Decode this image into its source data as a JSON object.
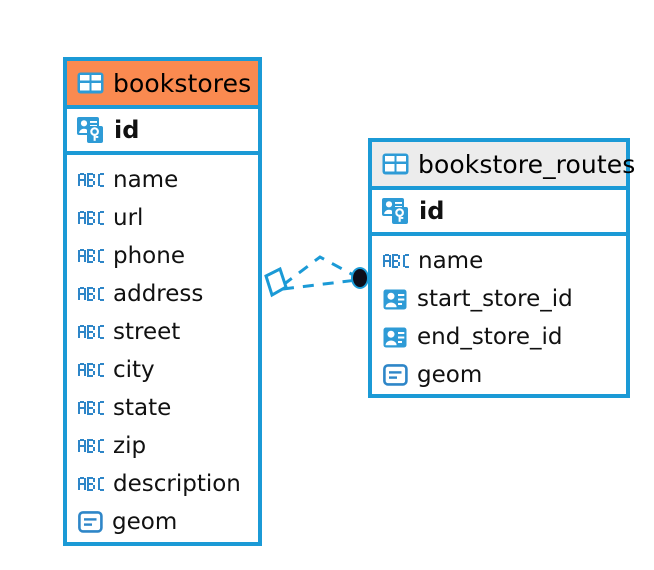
{
  "diagram": {
    "type": "entity-relationship-diagram",
    "background_color": "#FFFFFF",
    "accent_color": "#1B9AD6",
    "header_highlight_color": "#FA8A50",
    "header_default_color": "#ECECEC"
  },
  "tables": [
    {
      "name": "bookstores",
      "title": "bookstores",
      "header_icon": "table-icon",
      "header_style": "orange",
      "primary_key": {
        "label": "id",
        "icon": "primary-key-icon"
      },
      "fields": [
        {
          "label": "name",
          "icon": "abc-text-icon"
        },
        {
          "label": "url",
          "icon": "abc-text-icon"
        },
        {
          "label": "phone",
          "icon": "abc-text-icon"
        },
        {
          "label": "address",
          "icon": "abc-text-icon"
        },
        {
          "label": "street",
          "icon": "abc-text-icon"
        },
        {
          "label": "city",
          "icon": "abc-text-icon"
        },
        {
          "label": "state",
          "icon": "abc-text-icon"
        },
        {
          "label": "zip",
          "icon": "abc-text-icon"
        },
        {
          "label": "description",
          "icon": "abc-text-icon"
        },
        {
          "label": "geom",
          "icon": "geometry-icon"
        }
      ]
    },
    {
      "name": "bookstore_routes",
      "title": "bookstore_routes",
      "header_icon": "table-icon",
      "header_style": "grey",
      "primary_key": {
        "label": "id",
        "icon": "primary-key-icon"
      },
      "fields": [
        {
          "label": "name",
          "icon": "abc-text-icon"
        },
        {
          "label": "start_store_id",
          "icon": "foreign-key-icon"
        },
        {
          "label": "end_store_id",
          "icon": "foreign-key-icon"
        },
        {
          "label": "geom",
          "icon": "geometry-icon"
        }
      ]
    }
  ],
  "relationship": {
    "name": "bookstores-to-bookstore_routes",
    "source_marker": "diamond-marker",
    "target_marker": "filled-circle-marker",
    "line_style": "dashed",
    "line_color": "#1B9AD6",
    "branches": 2
  }
}
